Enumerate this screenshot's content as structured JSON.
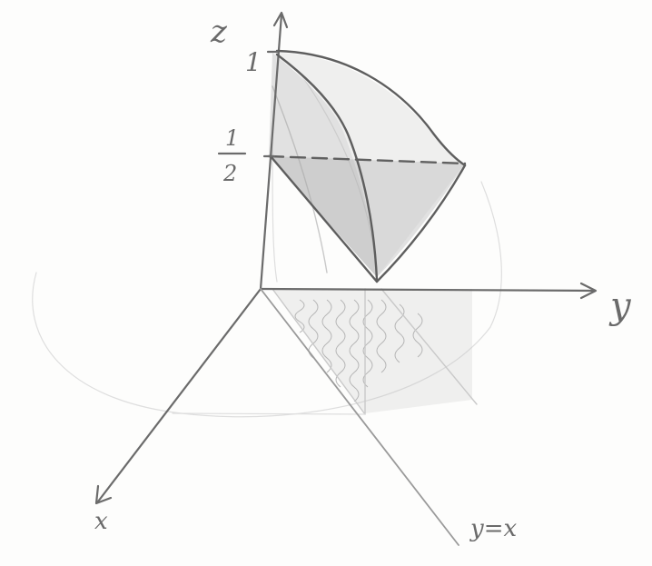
{
  "labels": {
    "z_axis": "z",
    "y_axis": "y",
    "x_axis": "x",
    "z_tick_one": "1",
    "z_tick_half_num": "1",
    "z_tick_half_den": "2",
    "plane_label": "y=x"
  }
}
